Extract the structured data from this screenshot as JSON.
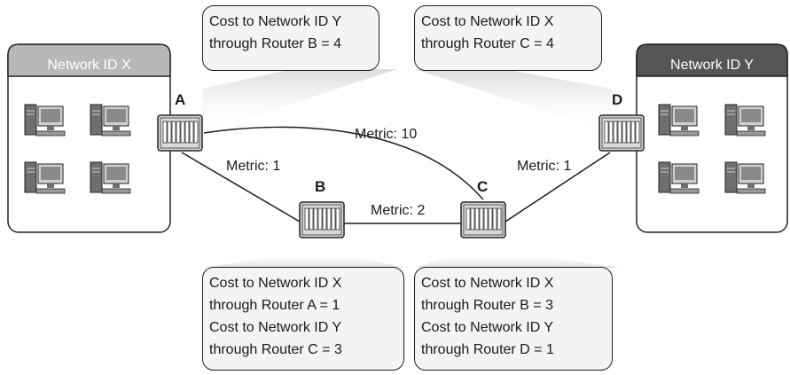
{
  "networks": {
    "x": {
      "title": "Network ID X"
    },
    "y": {
      "title": "Network ID Y"
    }
  },
  "routers": {
    "a": "A",
    "b": "B",
    "c": "C",
    "d": "D"
  },
  "links": {
    "a_c": "Metric: 10",
    "a_b": "Metric: 1",
    "b_c": "Metric: 2",
    "c_d": "Metric: 1"
  },
  "bubbles": {
    "a": [
      "Cost to Network ID Y",
      "through Router B = 4"
    ],
    "d": [
      "Cost to Network ID X",
      "through Router C = 4"
    ],
    "b": [
      "Cost to Network ID X",
      "through Router A = 1",
      "Cost to Network ID Y",
      "through Router C = 3"
    ],
    "c": [
      "Cost to Network ID X",
      "through Router B = 3",
      "Cost to Network ID Y",
      "through Router D = 1"
    ]
  },
  "colors": {
    "network_x_header": "#b8b8b8",
    "network_y_header": "#555555",
    "bubble_fill": "#f4f4f4",
    "beam": "#e3e3e3",
    "router_fill": "#d9d9d9",
    "line": "#1a1a1a"
  }
}
